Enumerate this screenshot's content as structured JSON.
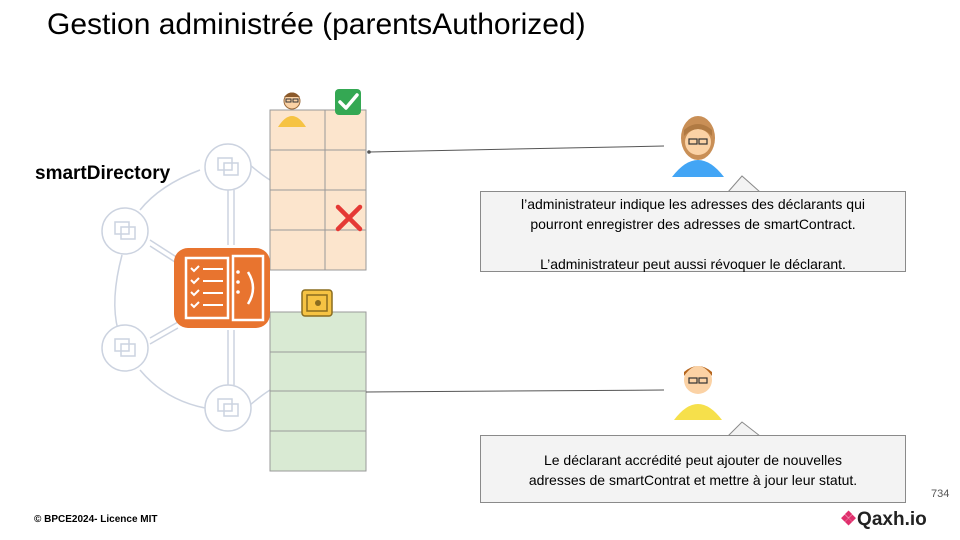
{
  "slide": {
    "title": "Gestion administrée (parentsAuthorized)",
    "directory_label": "smartDirectory",
    "callout_admin_line1": "l’administrateur indique les adresses des déclarants qui",
    "callout_admin_line2": "pourront enregistrer des adresses de smartContract.",
    "callout_admin_line3": "L’administrateur peut aussi révoquer le déclarant.",
    "callout_declarant_line1": "Le déclarant accrédité peut ajouter de nouvelles",
    "callout_declarant_line2": "adresses de smartContrat et mettre à jour leur statut.",
    "page_number": "734",
    "copyright": "© BPCE2024- Licence MIT",
    "brand": "Qaxh.io"
  },
  "colors": {
    "admin_table_fill": "#fce5cd",
    "declarant_table_fill": "#d9ead3",
    "table_border": "#999999",
    "directory_orange": "#e8742f",
    "ring_gray": "#ccd3e0",
    "check_green": "#34a853",
    "cross_red": "#e53935",
    "brand_pink": "#e0306d"
  },
  "icons": {
    "admin_person": "person-glasses-ponytail-icon",
    "declarant_person": "person-glasses-icon",
    "approved": "check-mark-icon",
    "revoked": "cross-mark-icon",
    "directory": "checklist-directory-icon",
    "safe": "safe-icon",
    "contract": "contract-node-icon"
  }
}
